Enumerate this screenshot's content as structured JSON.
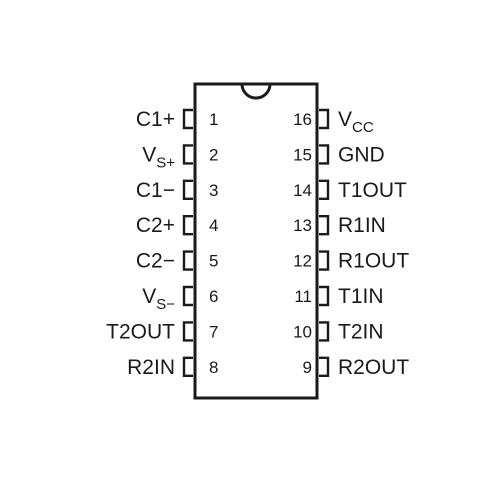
{
  "package": {
    "left_pins": [
      {
        "number": "1",
        "name": "C1+",
        "main": "C1+",
        "sub": ""
      },
      {
        "number": "2",
        "name": "VS+",
        "main": "V",
        "sub": "S+"
      },
      {
        "number": "3",
        "name": "C1−",
        "main": "C1−",
        "sub": ""
      },
      {
        "number": "4",
        "name": "C2+",
        "main": "C2+",
        "sub": ""
      },
      {
        "number": "5",
        "name": "C2−",
        "main": "C2−",
        "sub": ""
      },
      {
        "number": "6",
        "name": "VS−",
        "main": "V",
        "sub": "S−"
      },
      {
        "number": "7",
        "name": "T2OUT",
        "main": "T2OUT",
        "sub": ""
      },
      {
        "number": "8",
        "name": "R2IN",
        "main": "R2IN",
        "sub": ""
      }
    ],
    "right_pins": [
      {
        "number": "16",
        "name": "VCC",
        "main": "V",
        "sub": "CC"
      },
      {
        "number": "15",
        "name": "GND",
        "main": "GND",
        "sub": ""
      },
      {
        "number": "14",
        "name": "T1OUT",
        "main": "T1OUT",
        "sub": ""
      },
      {
        "number": "13",
        "name": "R1IN",
        "main": "R1IN",
        "sub": ""
      },
      {
        "number": "12",
        "name": "R1OUT",
        "main": "R1OUT",
        "sub": ""
      },
      {
        "number": "11",
        "name": "T1IN",
        "main": "T1IN",
        "sub": ""
      },
      {
        "number": "10",
        "name": "T2IN",
        "main": "T2IN",
        "sub": ""
      },
      {
        "number": "9",
        "name": "R2OUT",
        "main": "R2OUT",
        "sub": ""
      }
    ]
  },
  "colors": {
    "line": "#1a1a1a",
    "text": "#1a1a1a",
    "background": "#ffffff"
  }
}
